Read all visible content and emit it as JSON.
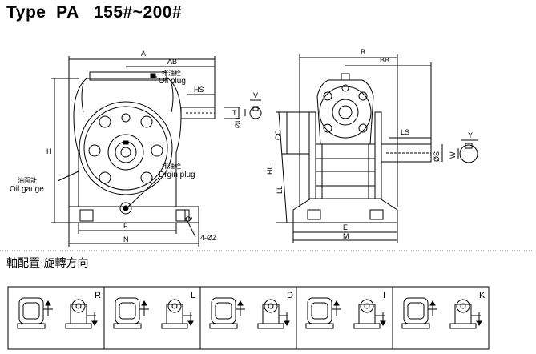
{
  "title": "Type  PA   155#~200#",
  "front_view": {
    "dim_A": "A",
    "dim_AB": "AB",
    "dim_HS": "HS",
    "dim_V": "V",
    "dim_T": "T",
    "dim_U": "ØU",
    "dim_H": "H",
    "dim_F": "F",
    "dim_N": "N",
    "dim_Q": "Q",
    "dim_Z": "4-ØZ",
    "oil_plug_cn": "排油栓",
    "oil_plug": "Oil plug",
    "drain_plug_cn": "排油栓",
    "drain_plug": "Drgin plug",
    "oil_gauge_cn": "油面計",
    "oil_gauge": "Oil gauge"
  },
  "side_view": {
    "dim_B": "B",
    "dim_BB": "BB",
    "dim_CC": "CC",
    "dim_HL": "HL",
    "dim_LL": "LL",
    "dim_LS": "LS",
    "dim_S": "ØS",
    "dim_W": "W",
    "dim_Y": "Y",
    "dim_E": "E",
    "dim_M": "M"
  },
  "section_title": "軸配置·旋轉方向",
  "arrangements": [
    "R",
    "L",
    "D",
    "I",
    "K"
  ]
}
